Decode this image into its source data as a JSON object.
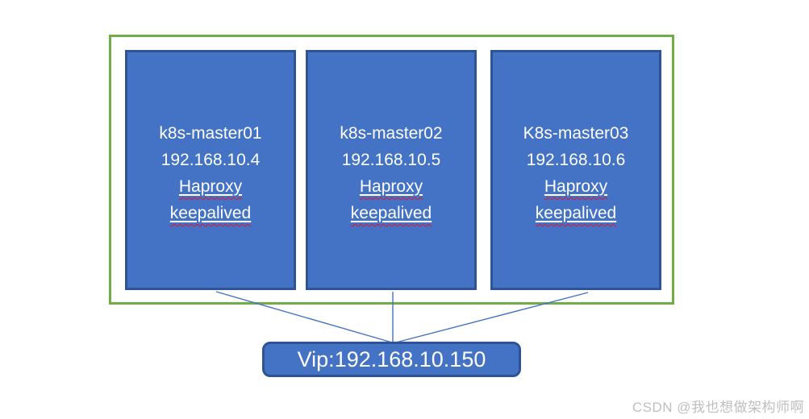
{
  "diagram": {
    "nodes": [
      {
        "name": "k8s-master01",
        "ip": "192.168.10.4",
        "services": [
          "Haproxy",
          "keepalived"
        ]
      },
      {
        "name": "k8s-master02",
        "ip": "192.168.10.5",
        "services": [
          "Haproxy",
          "keepalived"
        ]
      },
      {
        "name": "K8s-master03",
        "ip": "192.168.10.6",
        "services": [
          "Haproxy",
          "keepalived"
        ]
      }
    ],
    "vip_label": "Vip:192.168.10.150",
    "colors": {
      "node_fill": "#4472C4",
      "node_border": "#2F5496",
      "frame_border": "#70AD47",
      "connector_line": "#4472C4",
      "node_text": "#FFFFFF",
      "spellcheck_underline": "#E8112D",
      "watermark_text": "#BFBFBF"
    }
  },
  "watermark": "CSDN @我也想做架构师啊"
}
